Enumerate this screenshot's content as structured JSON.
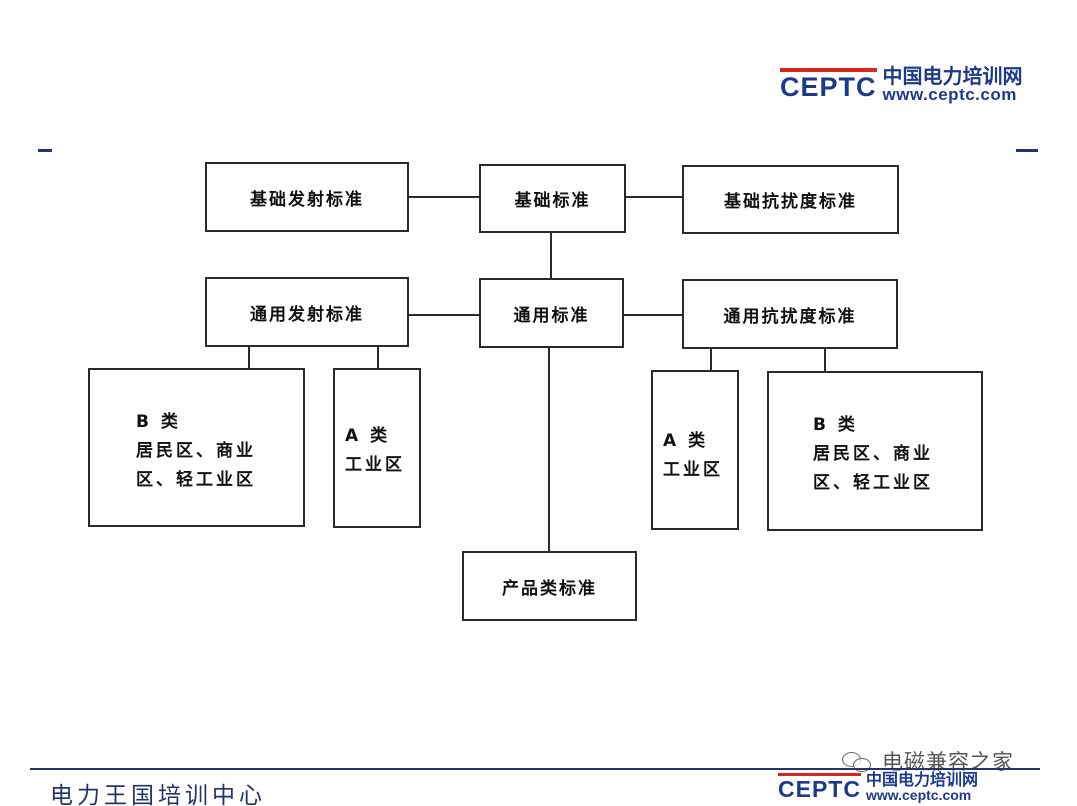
{
  "header": {
    "logo_mark": "CEPTC",
    "logo_cn": "中国电力培训网",
    "logo_url": "www.ceptc.com"
  },
  "diagram": {
    "basic_emission": "基础发射标准",
    "basic": "基础标准",
    "basic_immunity": "基础抗扰度标准",
    "generic_emission": "通用发射标准",
    "generic": "通用标准",
    "generic_immunity": "通用抗扰度标准",
    "left_class_b": [
      "B 类",
      "居民区、商业",
      "区、轻工业区"
    ],
    "left_class_a": [
      "A 类",
      "工业区"
    ],
    "right_class_a": [
      "A 类",
      "工业区"
    ],
    "right_class_b": [
      "B 类",
      "居民区、商业",
      "区、轻工业区"
    ],
    "product": "产品类标准"
  },
  "footer": {
    "title": "电力王国培训中心",
    "watermark": "电磁兼容之家",
    "logo_mark": "CEPTC",
    "logo_cn": "中国电力培训网",
    "logo_url": "www.ceptc.com"
  },
  "colors": {
    "brand_blue": "#1d3a8a",
    "brand_red": "#d8261c",
    "footer_navy": "#24346b"
  }
}
